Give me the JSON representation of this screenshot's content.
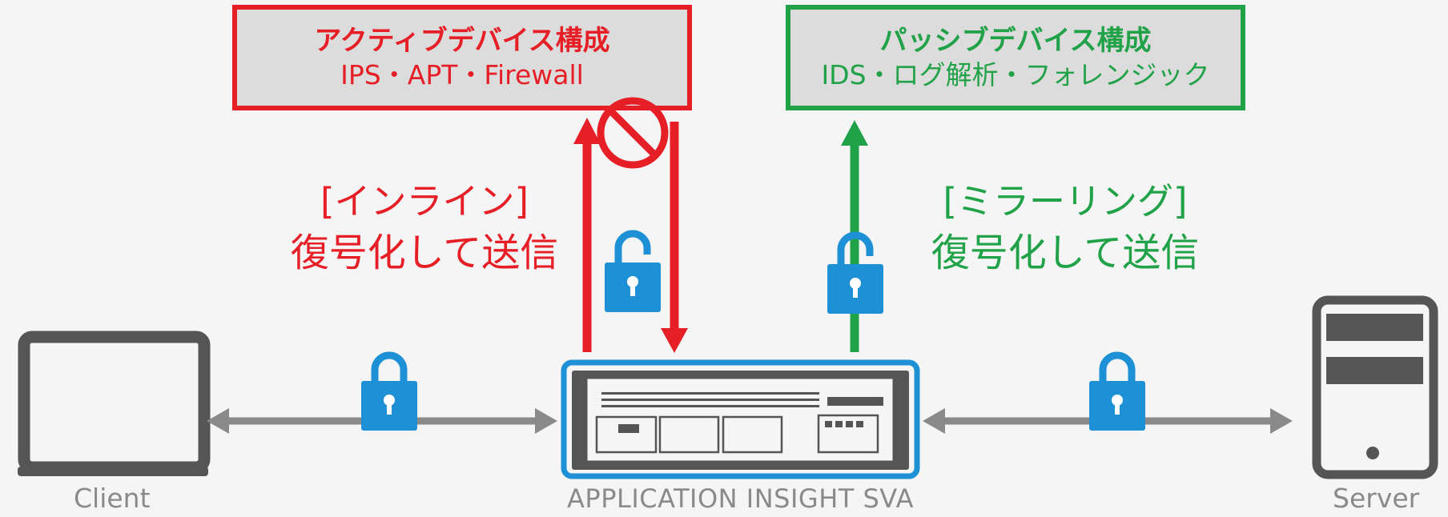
{
  "active_box": {
    "title": "アクティブデバイス構成",
    "subtitle": "IPS・APT・Firewall",
    "color": "#e61f27"
  },
  "passive_box": {
    "title": "パッシブデバイス構成",
    "subtitle": "IDS・ログ解析・フォレンジック",
    "color": "#21a248"
  },
  "inline_label": {
    "mode": "[インライン]",
    "action": "復号化して送信"
  },
  "mirror_label": {
    "mode": "[ミラーリング]",
    "action": "復号化して送信"
  },
  "nodes": {
    "client": "Client",
    "appliance": "APPLICATION INSIGHT SVA",
    "server": "Server"
  },
  "icons": {
    "client": "monitor-icon",
    "server": "server-tower-icon",
    "appliance": "rack-appliance-icon",
    "locked": "lock-closed-icon",
    "unlocked": "lock-open-icon",
    "blocked": "prohibited-icon"
  },
  "colors": {
    "lock": "#1e90d6",
    "appliance_frame": "#1e90d6",
    "gray": "#8a8a8a",
    "device": "#555555"
  }
}
